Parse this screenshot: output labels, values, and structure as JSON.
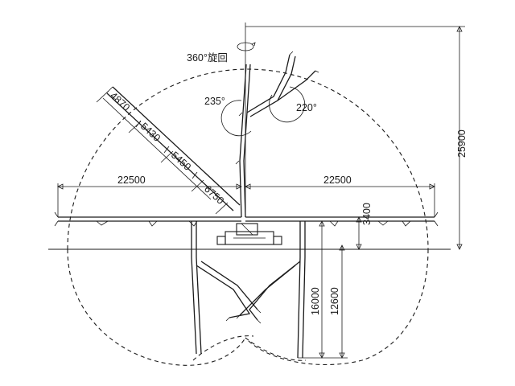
{
  "labels": {
    "rotation": "360°旋回",
    "angle_left": "235°",
    "angle_right": "220°",
    "reach_left": "22500",
    "reach_right": "22500",
    "height_total": "25900",
    "height_boom_base": "3400",
    "depth_max": "16000",
    "depth_vertical": "12600",
    "section_1": "4870",
    "section_2": "5430",
    "section_3": "5450",
    "section_4": "6750"
  }
}
